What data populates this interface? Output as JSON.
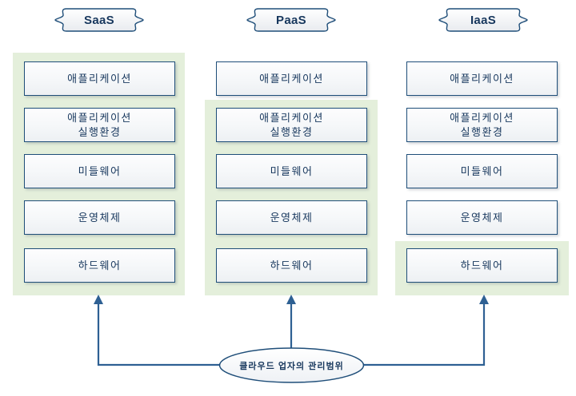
{
  "colors": {
    "box_border_navy": "#1f4e79",
    "text_navy": "#17375d",
    "scope_panel_green": "#e4efdb",
    "arrow_blue": "#2e6093"
  },
  "columns": [
    {
      "header": "SaaS",
      "layers": [
        "애플리케이션",
        "애플리케이션\n실행환경",
        "미들웨어",
        "운영체제",
        "하드웨어"
      ],
      "provider_managed_layers": [
        "애플리케이션",
        "애플리케이션 실행환경",
        "미들웨어",
        "운영체제",
        "하드웨어"
      ]
    },
    {
      "header": "PaaS",
      "layers": [
        "애플리케이션",
        "애플리케이션\n실행환경",
        "미들웨어",
        "운영체제",
        "하드웨어"
      ],
      "provider_managed_layers": [
        "애플리케이션 실행환경",
        "미들웨어",
        "운영체제",
        "하드웨어"
      ]
    },
    {
      "header": "IaaS",
      "layers": [
        "애플리케이션",
        "애플리케이션\n실행환경",
        "미들웨어",
        "운영체제",
        "하드웨어"
      ],
      "provider_managed_layers": [
        "하드웨어"
      ]
    }
  ],
  "legend": {
    "provider_scope_label": "클라우드 업자의 관리범위"
  }
}
